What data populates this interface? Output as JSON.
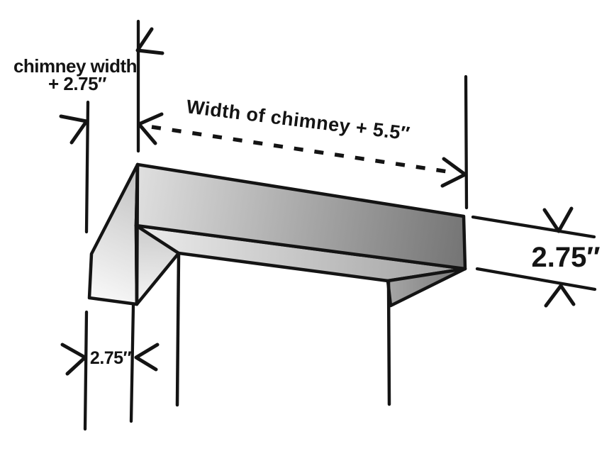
{
  "diagram": {
    "background": "#ffffff",
    "line_color": "#141414",
    "labels": {
      "chimney_width_line1": "chimney width",
      "chimney_width_line2": "+ 2.75″",
      "width_of_chimney": "Width of chimney + 5.5″",
      "right_height": "2.75″",
      "bottom_left_offset": "2.75″"
    },
    "colors": {
      "front_face_left": "#dedede",
      "front_face_right": "#757575",
      "inner_back_left": "#ececec",
      "inner_back_right": "#9f9f9f",
      "left_face_top": "#c4c4c4",
      "left_face_bottom": "#fafafa",
      "left_flap_top": "#cccccc",
      "left_flap_bottom": "#f5f5f5",
      "right_flap_left": "#a6a6a6",
      "right_flap_right": "#787878"
    }
  }
}
